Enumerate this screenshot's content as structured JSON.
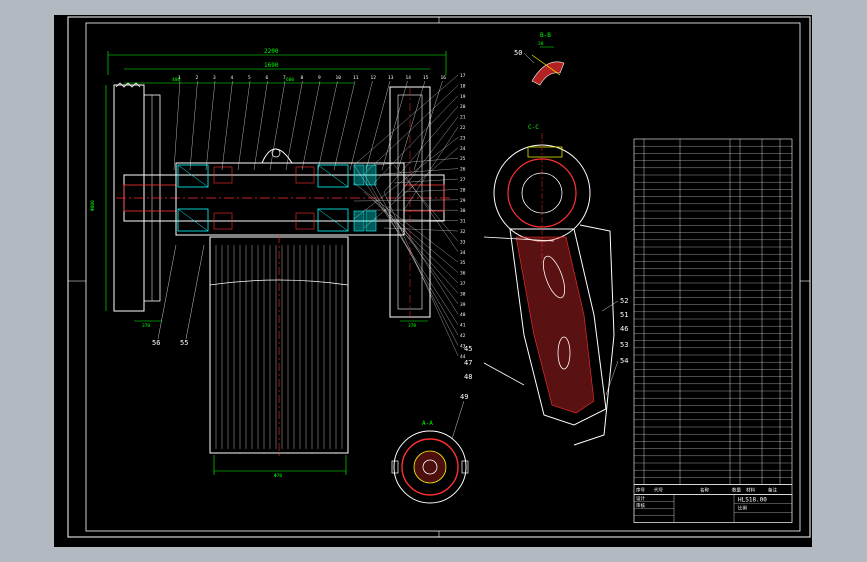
{
  "colors": {
    "background": "#000000",
    "border": "#ffffff",
    "dimension": "#00ff00",
    "outline": "#ffffff",
    "centerline": "#ff2a2a",
    "hatch": "#ff3030",
    "accent": "#ffff00",
    "part": "#00ffff",
    "parts_table_line": "#ffffff"
  },
  "view_labels": {
    "section_bb": "B-B",
    "section_cc": "C-C",
    "section_aa": "A-A"
  },
  "dimensions": {
    "overall_top": "2200",
    "inner_top": "1690",
    "left_offset": "400",
    "center_span": "600",
    "left_height": "Φ800",
    "left_bottom": "370",
    "right_bottom": "370",
    "roller_bottom": "Φ70",
    "angle_bb": "38"
  },
  "top_labels": [
    "1",
    "2",
    "3",
    "4",
    "5",
    "6",
    "7",
    "8",
    "9",
    "10",
    "11",
    "12",
    "13",
    "14",
    "15",
    "16"
  ],
  "right_labels": [
    "17",
    "18",
    "19",
    "20",
    "21",
    "22",
    "23",
    "24",
    "25",
    "26",
    "27",
    "28",
    "29",
    "30",
    "31",
    "32",
    "33",
    "34",
    "35",
    "36",
    "37",
    "38",
    "39",
    "40",
    "41",
    "42",
    "43",
    "44"
  ],
  "extra_labels": {
    "l45": "45",
    "l47": "47",
    "l48": "48",
    "l49": "49",
    "l50": "50",
    "l51": "51",
    "l52": "52",
    "l53": "53",
    "l54": "54",
    "l55": "55",
    "l56": "56",
    "l46": "46"
  },
  "parts_table": {
    "rows": 48,
    "header": [
      "序号",
      "代号",
      "名称",
      "数量",
      "材料",
      "备注"
    ],
    "title_block": {
      "drawing_title": "HLS18.00",
      "designer": "设计",
      "checker": "审核",
      "scale": "比例"
    }
  }
}
